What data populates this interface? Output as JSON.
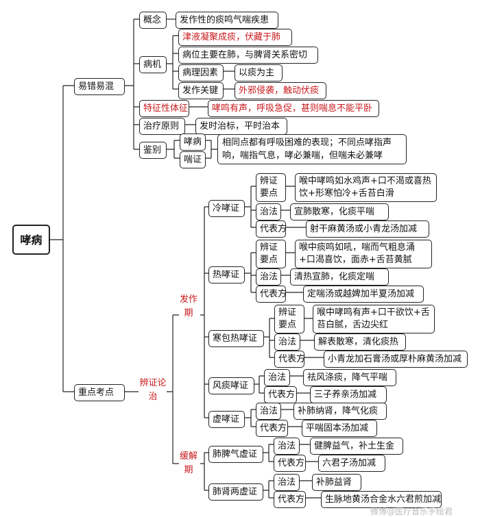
{
  "root": "哮病",
  "branch_top": {
    "label": "易错易混",
    "gainian": {
      "label": "概念",
      "text": "发作性的痰鸣气喘疾患"
    },
    "bingji": {
      "label": "病机",
      "item1": "津液凝聚成痰，伏藏于肺",
      "item2": "病位主要在肺，与脾肾关系密切",
      "yinsu_label": "病理因素",
      "yinsu_text": "以痰为主",
      "guanjian_label": "发作关键",
      "guanjian_text": "外邪侵袭，触动伏痰"
    },
    "tezheng": {
      "label": "特征性体征",
      "text": "哮鸣有声，呼吸急促，甚则喘息不能平卧"
    },
    "zhiliao": {
      "label": "治疗原则",
      "text": "发时治标，平时治本"
    },
    "jianbie": {
      "label": "鉴别",
      "a": "哮病",
      "b": "喘证",
      "text": "相同点都有呼吸困难的表现；不同点哮指声响，喘指气息，哮必兼喘，但喘未必兼哮"
    }
  },
  "branch_bottom": {
    "label": "重点考点",
    "bianzheng": "辨证论治",
    "fazuoqi": {
      "label": "发作期",
      "leng": {
        "label": "冷哮证",
        "yd_label": "辨证要点",
        "yd_text": "喉中哮鸣如水鸡声+口不渴或喜热饮+形寒怕冷+舌苔白滑",
        "zf_label": "治法",
        "zf_text": "宣肺散寒，化痰平喘",
        "fang_label": "代表方",
        "fang_text": "射干麻黄汤或小青龙汤加减"
      },
      "re": {
        "label": "热哮证",
        "yd_label": "辨证要点",
        "yd_text": "喉中痰鸣如吼，喘而气粗息涌+口渴喜饮，面赤+舌苔黄腻",
        "zf_label": "治法",
        "zf_text": "清热宣肺，化痰定喘",
        "fang_label": "代表方",
        "fang_text": "定喘汤或越婢加半夏汤加减"
      },
      "hanbaore": {
        "label": "寒包热哮证",
        "yd_label": "辨证要点",
        "yd_text": "喉中哮鸣有声+口干欲饮+舌苔白腻，舌边尖红",
        "zf_label": "治法",
        "zf_text": "解表散寒，清化痰热",
        "fang_label": "代表方",
        "fang_text": "小青龙加石膏汤或厚朴麻黄汤加减"
      },
      "fengtan": {
        "label": "风痰哮证",
        "zf_label": "治法",
        "zf_text": "祛风涤痰，降气平喘",
        "fang_label": "代表方",
        "fang_text": "三子养亲汤加减"
      },
      "xu": {
        "label": "虚哮证",
        "zf_label": "治法",
        "zf_text": "补肺纳肾，降气化痰",
        "fang_label": "代表方",
        "fang_text": "平喘固本汤加减"
      }
    },
    "huanjieqi": {
      "label": "缓解期",
      "feipi": {
        "label": "肺脾气虚证",
        "zf_label": "治法",
        "zf_text": "健脾益气，补土生金",
        "fang_label": "代表方",
        "fang_text": "六君子汤加减"
      },
      "feishen": {
        "label": "肺肾两虚证",
        "zf_label": "治法",
        "zf_text": "补肺益肾",
        "fang_label": "代表方",
        "fang_text": "生脉地黄汤合金水六君煎加减"
      }
    }
  },
  "watermark": "微博@医疗音乐手绘君"
}
